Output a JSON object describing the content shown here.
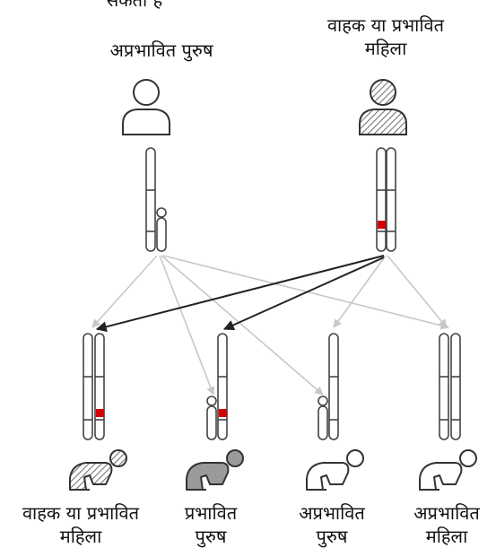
{
  "header": {
    "cutoff_text": "सकता है"
  },
  "parents": {
    "father": {
      "label": "अप्रभावित पुरुष",
      "icon": "unaffected-person-icon"
    },
    "mother": {
      "label_line1": "वाहक या प्रभावित",
      "label_line2": "महिला",
      "icon": "carrier-affected-person-icon"
    }
  },
  "children": [
    {
      "label_line1": "वाहक या प्रभावित",
      "label_line2": "महिला",
      "icon": "carrier-baby-icon"
    },
    {
      "label_line1": "प्रभावित",
      "label_line2": "पुरुष",
      "icon": "affected-baby-icon"
    },
    {
      "label_line1": "अप्रभावित",
      "label_line2": "पुरुष",
      "icon": "unaffected-baby-icon"
    },
    {
      "label_line1": "अप्रभावित",
      "label_line2": "महिला",
      "icon": "unaffected-baby-icon"
    }
  ],
  "colors": {
    "mutation": "#d40000",
    "affected_fill": "#9a9a9a",
    "hatch": "#777777",
    "outline": "#333333",
    "faint_line": "#c8c8c8",
    "strong_line": "#222222"
  }
}
